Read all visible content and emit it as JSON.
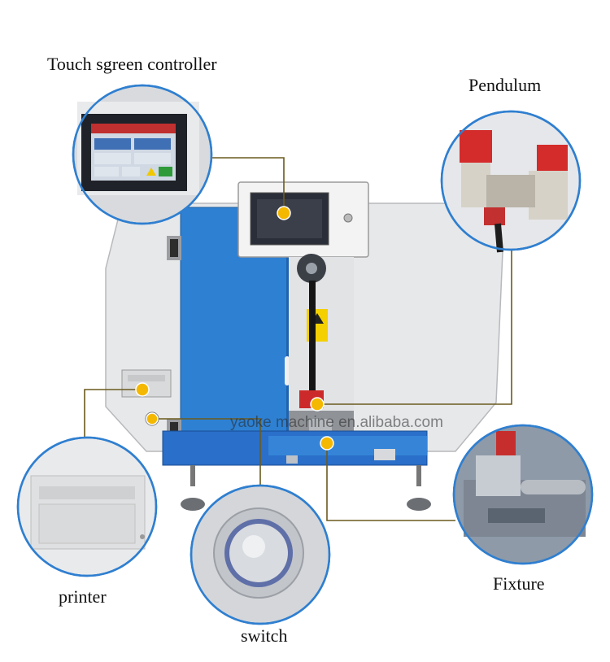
{
  "labels": {
    "controller": "Touch sgreen controller",
    "pendulum": "Pendulum",
    "printer": "printer",
    "switch": "switch",
    "fixture": "Fixture"
  },
  "watermark": "yaoke machine  en.alibaba.com",
  "colors": {
    "callout_line": "#6b5a1e",
    "marker": "#f5b800",
    "machine_body": "#e8e8ea",
    "panel_blue": "#2f7fd0",
    "base_blue": "#2a6fc9",
    "pendulum_red": "#d42b2b",
    "screen": "#2a2e38"
  }
}
